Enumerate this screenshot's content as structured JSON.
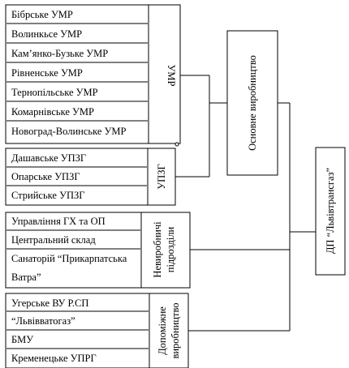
{
  "groups": {
    "umr": {
      "label": "УМР",
      "items": [
        "Бібрське УМР",
        "Волинкьсе УМР",
        "Кам’янко-Бузьке УМР",
        "Рівненське УМР",
        "Тернопільське УМР",
        "Комарнівське УМР",
        "Новоград-Волинське УМР"
      ]
    },
    "upzg": {
      "label": "УПЗГ",
      "items": [
        "Дашавське УПЗГ",
        "Опарське УПЗГ",
        "Стрийське УПЗГ"
      ]
    },
    "nonprod": {
      "label_line1": "Невиробничі",
      "label_line2": "підрозділи",
      "items": [
        "Управління ГХ та ОП",
        "Центральний склад",
        "Санаторій “Прикарпатська",
        "Ватра”"
      ]
    },
    "aux": {
      "label_line1": "Допоміжне",
      "label_line2": "виробництво",
      "items": [
        "Угерське ВУ Р.СП",
        "“Львівватогаз”",
        "БМУ",
        "Кременецьке УПРГ"
      ]
    }
  },
  "main_production": "Основне виробництво",
  "root": "ДП “Львівтрансгаз”"
}
